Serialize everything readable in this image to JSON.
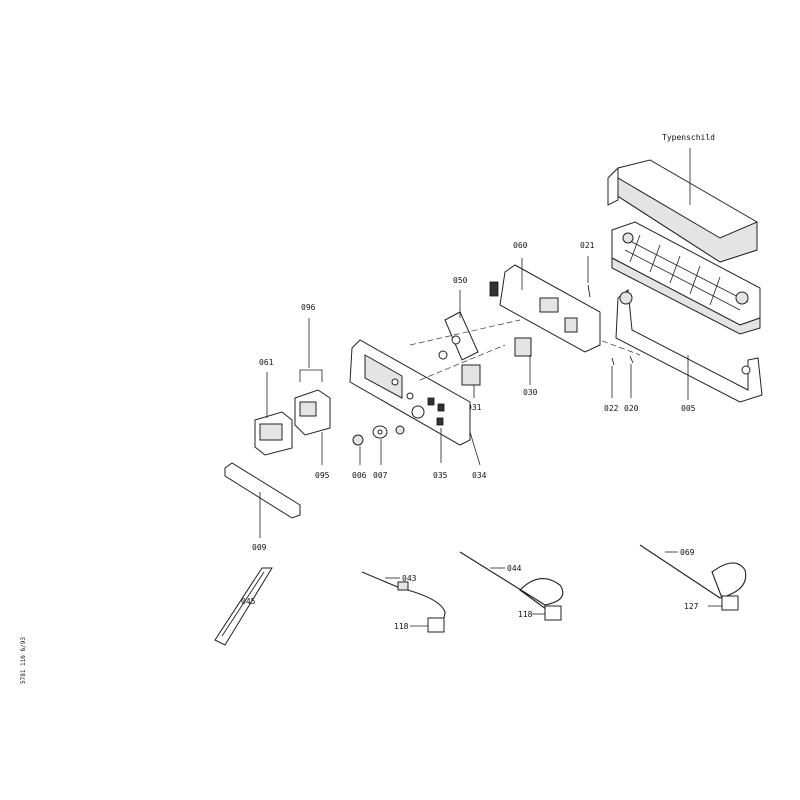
{
  "drawing_code": "5781 116   6/93",
  "labels": {
    "typenschild": "Typenschild",
    "p060": "060",
    "p021": "021",
    "p050": "050",
    "p096": "096",
    "p061": "061",
    "p030": "030",
    "p031": "031",
    "p022": "022",
    "p020": "020",
    "p005": "005",
    "p095": "095",
    "p006": "006",
    "p007": "007",
    "p035": "035",
    "p034": "034",
    "p009": "009",
    "p044": "044",
    "p069": "069",
    "p043": "043",
    "p045": "045",
    "p118a": "118",
    "p118b": "118",
    "p127": "127"
  }
}
